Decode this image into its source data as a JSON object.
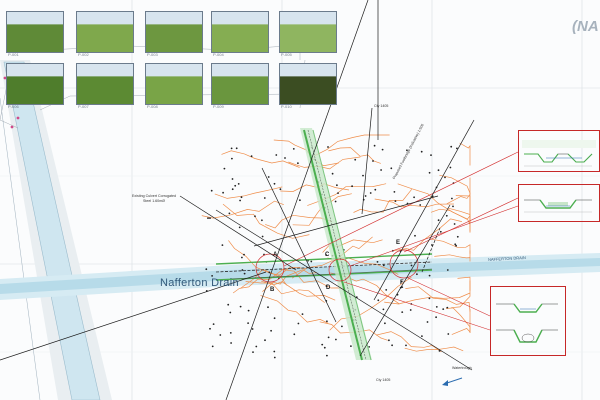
{
  "sheet_title": "(NA",
  "photos": [
    {
      "ref": "P-001",
      "tone": "#5f8a37"
    },
    {
      "ref": "P-002",
      "tone": "#7fa84c"
    },
    {
      "ref": "P-003",
      "tone": "#6d9740"
    },
    {
      "ref": "P-004",
      "tone": "#85ad52"
    },
    {
      "ref": "P-005",
      "tone": "#8fb560"
    },
    {
      "ref": "P-006",
      "tone": "#4f7d2c"
    },
    {
      "ref": "P-007",
      "tone": "#5c8a33"
    },
    {
      "ref": "P-008",
      "tone": "#79a447"
    },
    {
      "ref": "P-009",
      "tone": "#6a963e"
    },
    {
      "ref": "P-010",
      "tone": "#3b4d22"
    }
  ],
  "labels": {
    "drain_name": "Nafferton Drain",
    "drain_small": "NAFFERTON DRAIN",
    "culvert_note": "Existing Culvert Corrugated Steel 1.60mØ",
    "label_top": "Cty 1405",
    "label_bottom": "Cty 1405",
    "label_right_bottom": "Watertrough",
    "diag_label": "Proposed Footbridge (Indicative) 1:500"
  },
  "section_points": [
    "A",
    "B",
    "C",
    "D",
    "E",
    "F"
  ],
  "colors": {
    "contour": "#ef8d4a",
    "drain": "#bfe0ee",
    "green": "#4caf50",
    "red": "#d32f2f",
    "grid": "#d6dbe0",
    "canal": "#c8e3ef"
  }
}
